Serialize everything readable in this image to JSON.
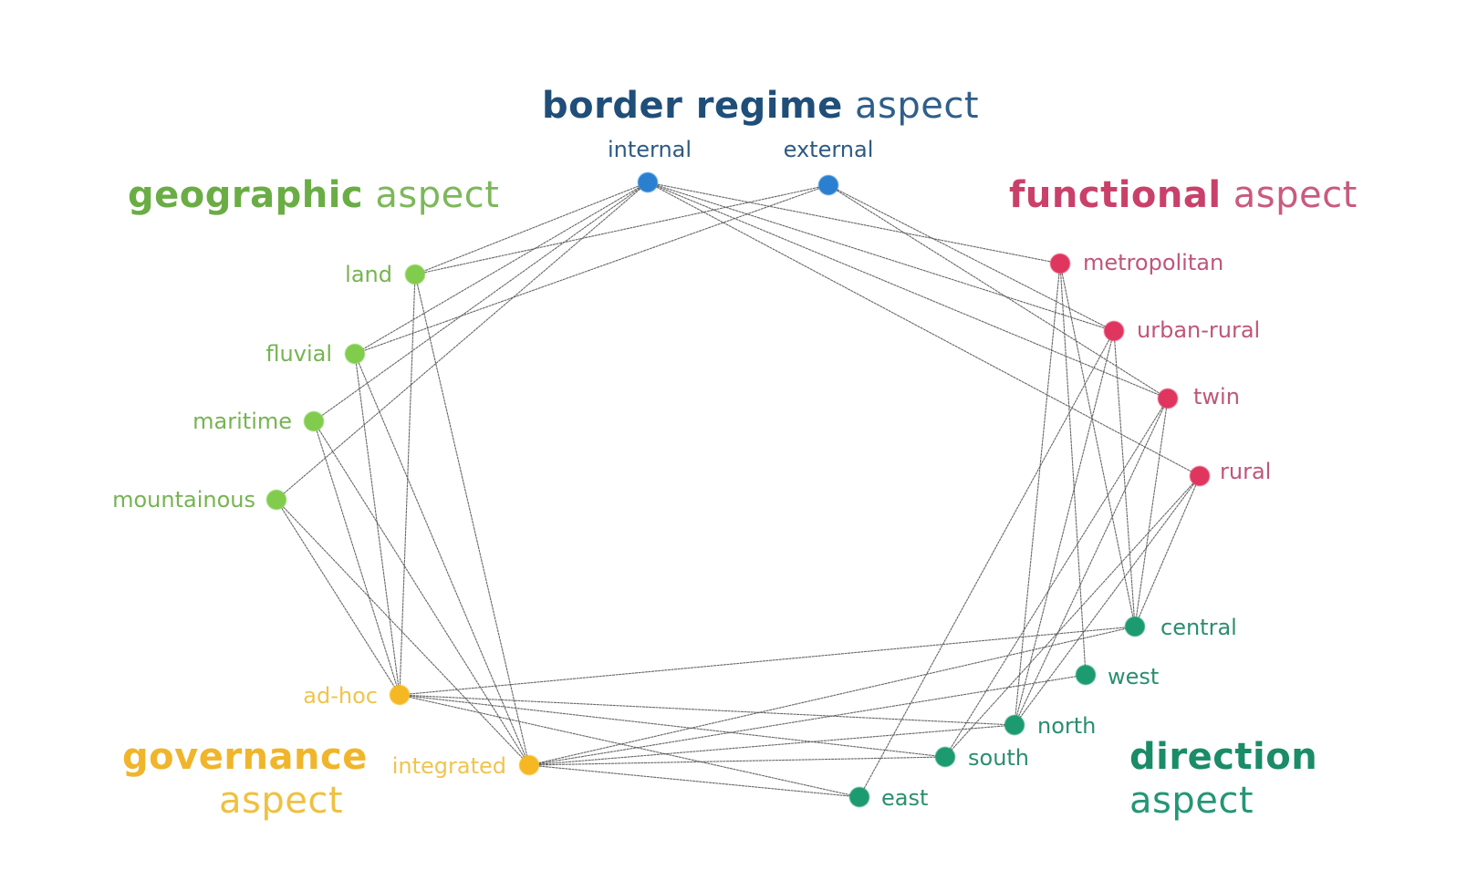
{
  "title": "Border aspects network",
  "aspects": [
    {
      "id": "border",
      "bold": "border regime",
      "light": "aspect",
      "color": "#1f4e79",
      "node_color": "#2a7fd0",
      "label_color": "#2d5a82"
    },
    {
      "id": "geo",
      "bold": "geographic",
      "light": "aspect",
      "color": "#6aad45",
      "node_color": "#82cc4e",
      "label_color": "#76b451"
    },
    {
      "id": "func",
      "bold": "functional",
      "light": "aspect",
      "color": "#c9416a",
      "node_color": "#e0355f",
      "label_color": "#c0557a"
    },
    {
      "id": "gov",
      "bold": "governance",
      "light": "aspect",
      "color": "#f0b52b",
      "node_color": "#f5b820",
      "label_color": "#efc44f"
    },
    {
      "id": "dir",
      "bold": "direction",
      "light": "aspect",
      "color": "#1a8c67",
      "node_color": "#1c9a6f",
      "label_color": "#2a8e6f"
    }
  ],
  "nodes": [
    {
      "id": "internal",
      "label": "internal",
      "aspect": "border"
    },
    {
      "id": "external",
      "label": "external",
      "aspect": "border"
    },
    {
      "id": "land",
      "label": "land",
      "aspect": "geo"
    },
    {
      "id": "fluvial",
      "label": "fluvial",
      "aspect": "geo"
    },
    {
      "id": "maritime",
      "label": "maritime",
      "aspect": "geo"
    },
    {
      "id": "mountainous",
      "label": "mountainous",
      "aspect": "geo"
    },
    {
      "id": "metropolitan",
      "label": "metropolitan",
      "aspect": "func"
    },
    {
      "id": "urban-rural",
      "label": "urban-rural",
      "aspect": "func"
    },
    {
      "id": "twin",
      "label": "twin",
      "aspect": "func"
    },
    {
      "id": "rural",
      "label": "rural",
      "aspect": "func"
    },
    {
      "id": "ad-hoc",
      "label": "ad-hoc",
      "aspect": "gov"
    },
    {
      "id": "integrated",
      "label": "integrated",
      "aspect": "gov"
    },
    {
      "id": "central",
      "label": "central",
      "aspect": "dir"
    },
    {
      "id": "west",
      "label": "west",
      "aspect": "dir"
    },
    {
      "id": "north",
      "label": "north",
      "aspect": "dir"
    },
    {
      "id": "south",
      "label": "south",
      "aspect": "dir"
    },
    {
      "id": "east",
      "label": "east",
      "aspect": "dir"
    }
  ],
  "edges": [
    [
      "internal",
      "land"
    ],
    [
      "internal",
      "fluvial"
    ],
    [
      "internal",
      "maritime"
    ],
    [
      "internal",
      "mountainous"
    ],
    [
      "external",
      "land"
    ],
    [
      "external",
      "fluvial"
    ],
    [
      "internal",
      "metropolitan"
    ],
    [
      "internal",
      "urban-rural"
    ],
    [
      "internal",
      "twin"
    ],
    [
      "internal",
      "rural"
    ],
    [
      "external",
      "urban-rural"
    ],
    [
      "external",
      "twin"
    ],
    [
      "land",
      "ad-hoc"
    ],
    [
      "land",
      "integrated"
    ],
    [
      "fluvial",
      "ad-hoc"
    ],
    [
      "fluvial",
      "integrated"
    ],
    [
      "maritime",
      "ad-hoc"
    ],
    [
      "maritime",
      "integrated"
    ],
    [
      "mountainous",
      "ad-hoc"
    ],
    [
      "mountainous",
      "integrated"
    ],
    [
      "metropolitan",
      "north"
    ],
    [
      "metropolitan",
      "west"
    ],
    [
      "metropolitan",
      "central"
    ],
    [
      "urban-rural",
      "east"
    ],
    [
      "urban-rural",
      "north"
    ],
    [
      "urban-rural",
      "central"
    ],
    [
      "twin",
      "south"
    ],
    [
      "twin",
      "north"
    ],
    [
      "twin",
      "central"
    ],
    [
      "rural",
      "south"
    ],
    [
      "rural",
      "north"
    ],
    [
      "rural",
      "central"
    ],
    [
      "ad-hoc",
      "central"
    ],
    [
      "ad-hoc",
      "north"
    ],
    [
      "ad-hoc",
      "south"
    ],
    [
      "ad-hoc",
      "east"
    ],
    [
      "integrated",
      "central"
    ],
    [
      "integrated",
      "west"
    ],
    [
      "integrated",
      "north"
    ],
    [
      "integrated",
      "south"
    ],
    [
      "integrated",
      "east"
    ]
  ]
}
